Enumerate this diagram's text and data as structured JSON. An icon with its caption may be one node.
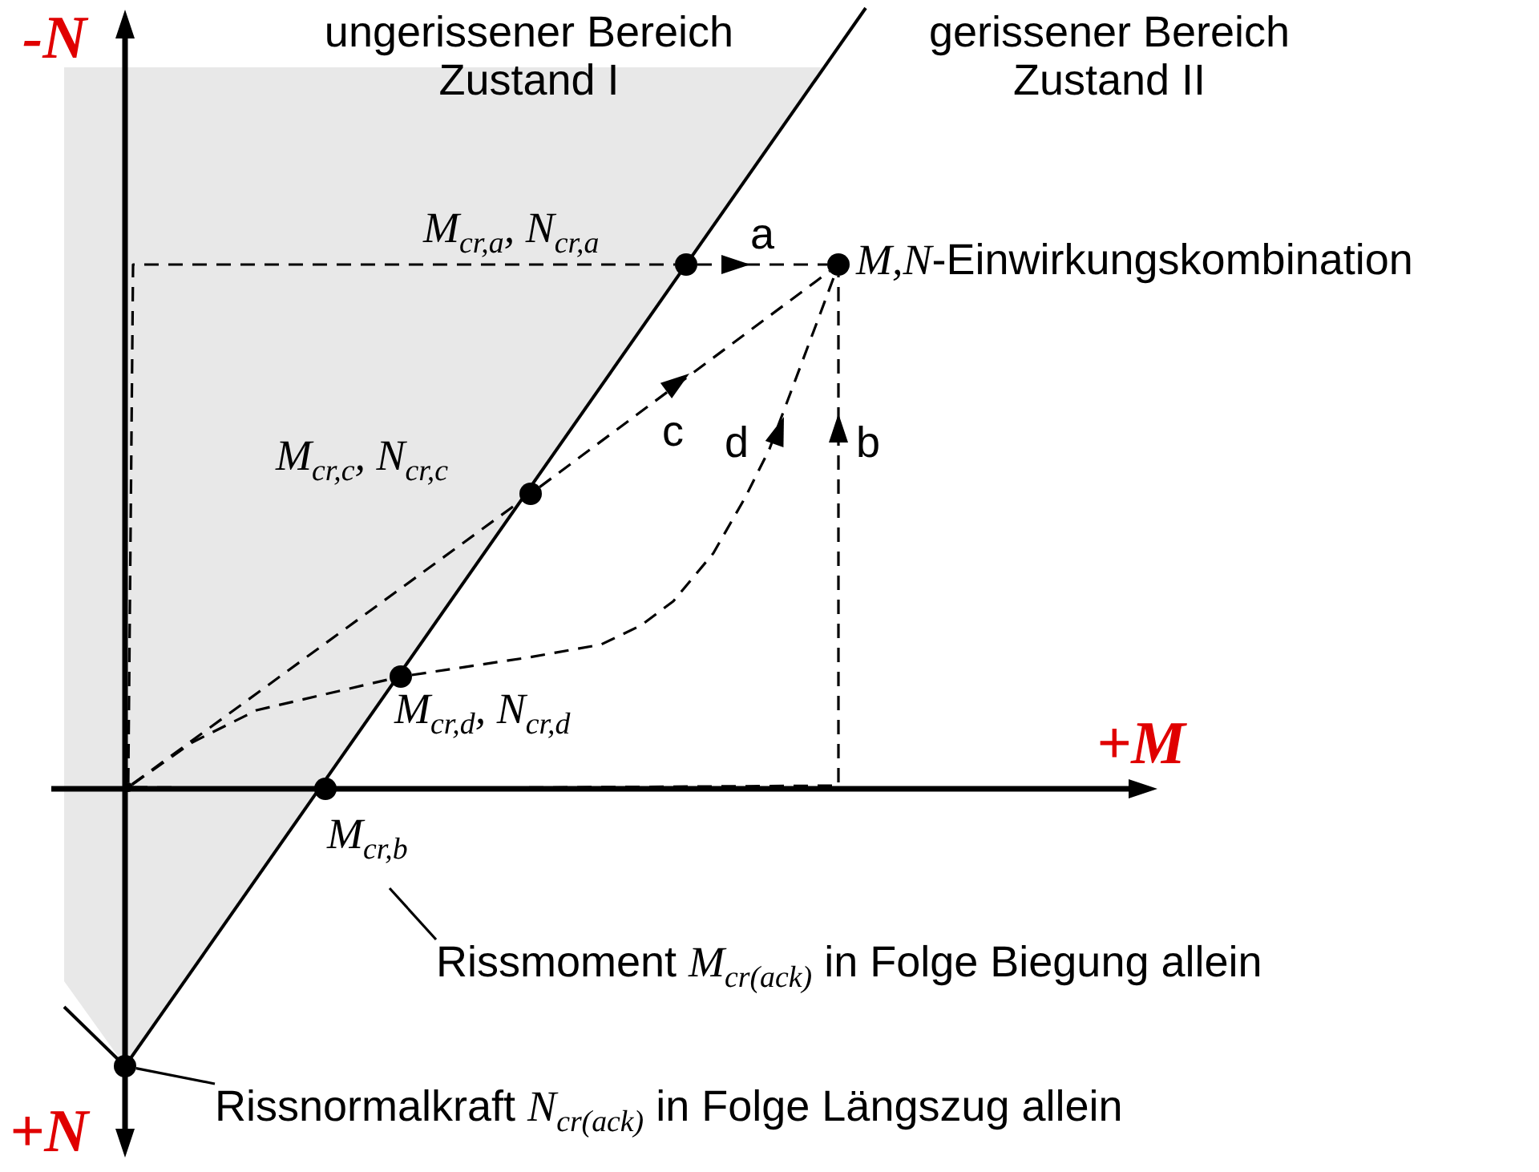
{
  "diagram": {
    "nodes": [
      {
        "text": [],
        "shape": "point"
      },
      {
        "text": [],
        "shape": "circle",
        "beside": [
          "M$_{cr,a}$, N$_{cr,a}$"
        ]
      },
      {
        "text": [],
        "shape": "circle",
        "beside": [
          "*M,N*-Einwirkungskombination"
        ]
      },
      {
        "text": [],
        "shape": "circle",
        "beside": [
          "M$_{cr,c}$, N$_{cr,c}$"
        ]
      },
      {
        "text": [],
        "shape": "circle",
        "beside": [
          "M$_{cr,d}$, N$_{cr,d}$"
        ]
      },
      {
        "text": [],
        "shape": "circle",
        "beside": [
          "M$_{cr,b}$"
        ]
      },
      {
        "text": [
          "Rissmoment *M*$_{cr(ack)}$ in Folge Biegung allein"
        ]
      },
      {
        "text": [],
        "shape": "circle"
      },
      {
        "text": [
          "Rissnormalkraft *N*$_{cr(ack)}$ in Folge Längszug allein"
        ]
      }
    ],
    "edges": [
      {
        "from": 0,
        "to": 1,
        "arrow": "none",
        "style": "dashed"
      },
      {
        "from": 1,
        "to": 2,
        "arrow": "to",
        "label": "a",
        "style": "dashed"
      },
      {
        "from": 0,
        "to": 3,
        "arrow": "none",
        "style": "dashed"
      },
      {
        "from": 3,
        "to": 2,
        "arrow": "to",
        "label": "c",
        "style": "dashed"
      },
      {
        "from": 0,
        "to": 4,
        "arrow": "none",
        "style": "dashed"
      },
      {
        "from": 4,
        "to": 2,
        "arrow": "to",
        "label": "d",
        "style": "dashed"
      },
      {
        "from": 0,
        "to": 5,
        "arrow": "none",
        "style": "dashed"
      },
      {
        "from": 5,
        "to": 2,
        "arrow": "to",
        "label": "b",
        "style": "dashed"
      },
      {
        "from": 6,
        "to": 5,
        "arrow": "none"
      },
      {
        "from": 8,
        "to": 7,
        "arrow": "none"
      }
    ],
    "labels": [
      "-N",
      "ungerissener Bereich Zustand I",
      "gerissener Bereich Zustand II",
      "+M",
      "+N"
    ]
  }
}
